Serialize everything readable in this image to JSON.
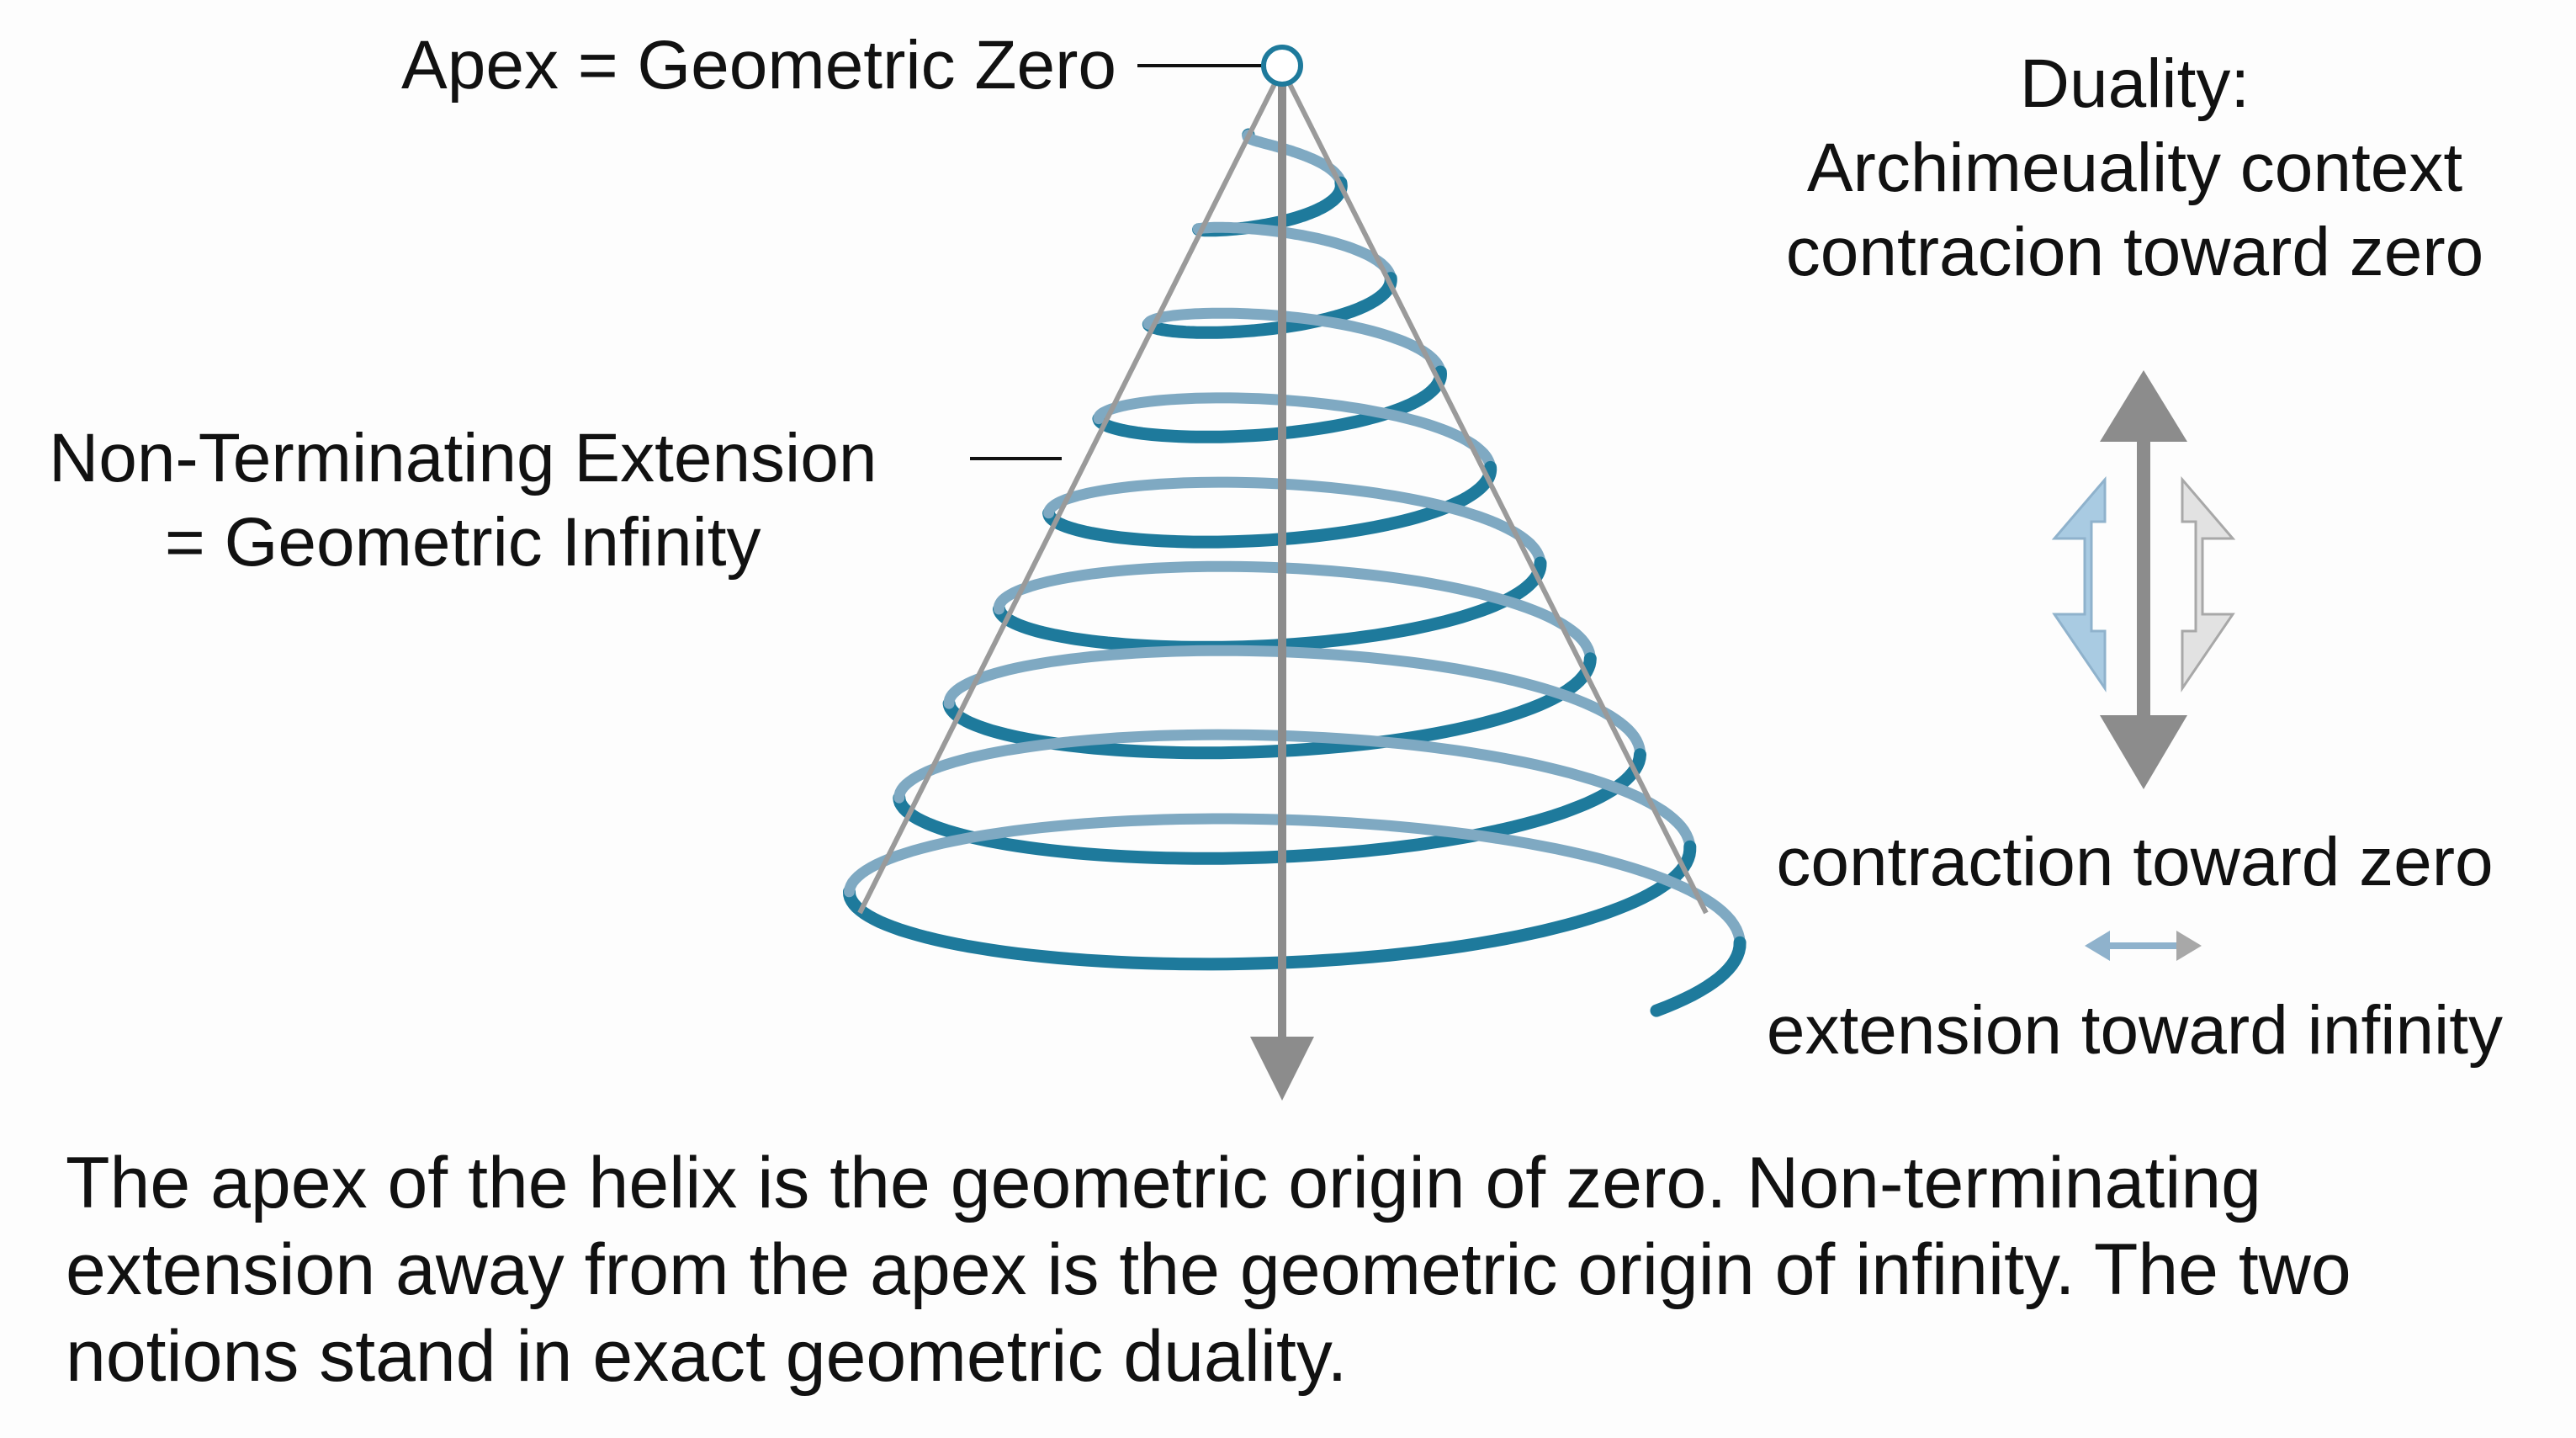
{
  "labels": {
    "apex": "Apex = Geometric Zero",
    "non_terminating_line1": "Non-Terminating Extension",
    "non_terminating_line2": "= Geometric Infinity",
    "duality_title": "Duality:",
    "duality_line1": "Archimeuality context",
    "duality_line2": "contracion toward zero",
    "contraction": "contraction toward zero",
    "extension": "extension toward infinity"
  },
  "caption": "The apex of the helix is the geometric origin of zero. Non-terminating extension away from the apex is the geometric origin of infinity. The two notions stand in exact geometric duality.",
  "colors": {
    "helix": "#1e7a9c",
    "helix_faded": "#7fa9c2",
    "cone_lines": "#9a9a9a",
    "axis_arrow": "#8c8c8c",
    "blue_arrow": "#a9cbe2",
    "gray_arrow": "#d9d9d9",
    "leader_line": "#111111"
  }
}
